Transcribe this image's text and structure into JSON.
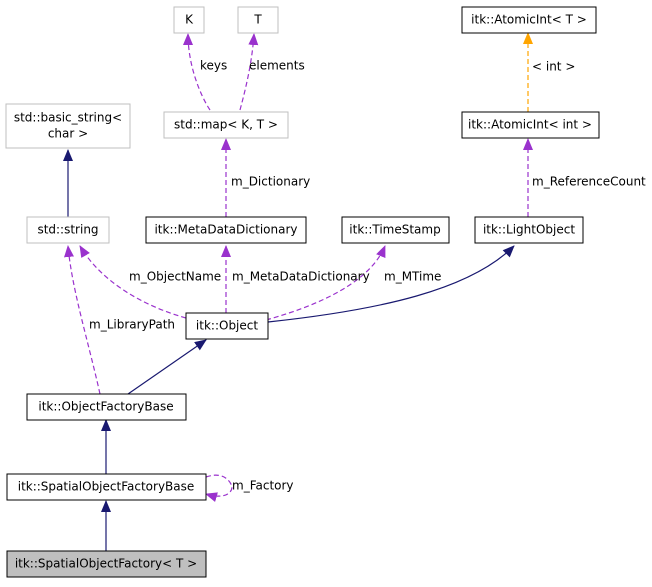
{
  "diagram": {
    "nodes": {
      "K": "K",
      "T": "T",
      "atomic_int_t": "itk::AtomicInt< T >",
      "basic_string_line1": "std::basic_string<",
      "basic_string_line2": "char >",
      "std_map": "std::map< K, T >",
      "atomic_int_int": "itk::AtomicInt< int >",
      "std_string": "std::string",
      "meta_data_dictionary": "itk::MetaDataDictionary",
      "time_stamp": "itk::TimeStamp",
      "light_object": "itk::LightObject",
      "object": "itk::Object",
      "object_factory_base": "itk::ObjectFactoryBase",
      "spatial_object_factory_base": "itk::SpatialObjectFactoryBase",
      "spatial_object_factory": "itk::SpatialObjectFactory< T >"
    },
    "edge_labels": {
      "keys": "keys",
      "elements": "elements",
      "int_arg": "< int >",
      "m_dictionary": "m_Dictionary",
      "m_reference_count": "m_ReferenceCount",
      "m_object_name": "m_ObjectName",
      "m_meta_data_dictionary": "m_MetaDataDictionary",
      "m_mtime": "m_MTime",
      "m_library_path": "m_LibraryPath",
      "m_factory": "m_Factory"
    },
    "colors": {
      "inheritance": "#191970",
      "usage": "#9a32cd",
      "template": "#ffa500",
      "undocumented_border": "#bfbfbf",
      "documented_border": "#000000",
      "highlight_fill": "#bfbfbf"
    }
  }
}
